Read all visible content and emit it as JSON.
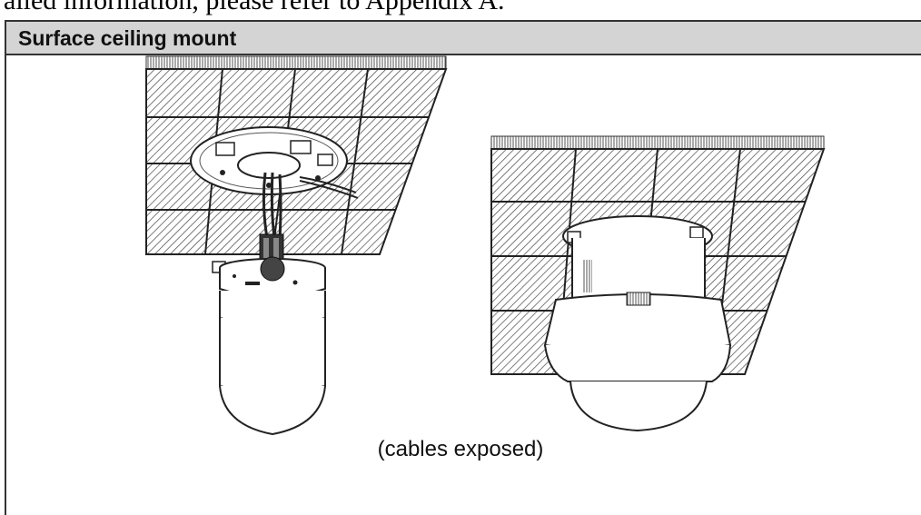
{
  "document": {
    "intro_text": "ailed information, please refer to Appendix A.",
    "section_title": "Surface ceiling mount",
    "caption": "(cables exposed)"
  },
  "icons": [
    "ceiling-tiles",
    "mount-plate",
    "camera-housing",
    "dome-cover"
  ]
}
